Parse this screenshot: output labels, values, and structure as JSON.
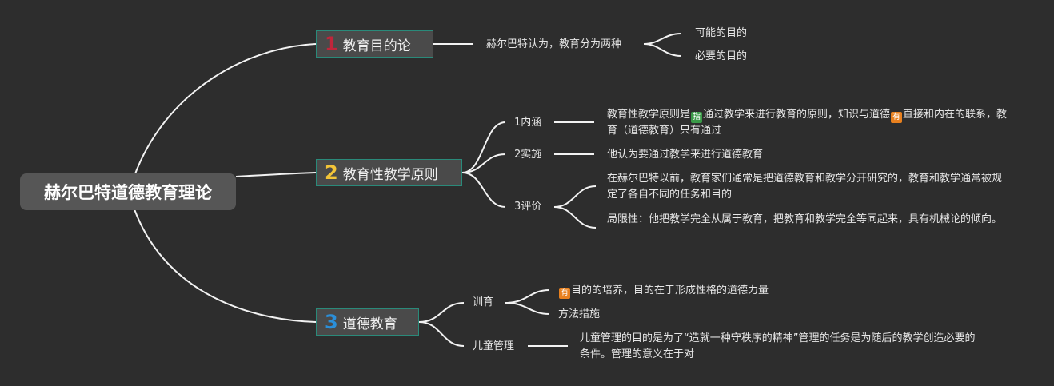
{
  "root": "赫尔巴特道德教育理论",
  "branches": [
    {
      "num": "1",
      "num_color": "#c0263b",
      "label": "教育目的论"
    },
    {
      "num": "2",
      "num_color": "#f2c438",
      "label": "教育性教学原则"
    },
    {
      "num": "3",
      "num_color": "#2b8fd9",
      "label": "道德教育"
    }
  ],
  "b1": {
    "child": "赫尔巴特认为，教育分为两种",
    "leaves": [
      "可能的目的",
      "必要的目的"
    ]
  },
  "b2": {
    "children": [
      "1内涵",
      "2实施",
      "3评价"
    ],
    "neihan": {
      "part1": "教育性教学原则是",
      "badge1": "指",
      "part2": "通过教学来进行教育的原则，知识与道德",
      "badge2": "有",
      "part3": "直接和内在的联系，教育（道德教育）只有通过"
    },
    "shishi": "他认为要通过教学来进行道德教育",
    "pingjia": [
      "在赫尔巴特以前，教育家们通常是把道德教育和教学分开研究的，教育和教学通常被规定了各自不同的任务和目的",
      "局限性：他把教学完全从属于教育，把教育和教学完全等同起来，具有机械论的倾向。"
    ]
  },
  "b3": {
    "children": [
      "训育",
      "儿童管理"
    ],
    "xunyu": {
      "badge": "有",
      "line1": "目的的培养，目的在于形成性格的道德力量",
      "line2": "方法措施"
    },
    "guanli": "儿童管理的目的是为了“造就一种守秩序的精神”管理的任务是为随后的教学创造必要的条件。管理的意义在于对"
  },
  "colors": {
    "background": "#2d2d2d",
    "root_fill": "#565656",
    "branch_fill": "#4a4a4a",
    "branch_border": "#2a8a7a",
    "badge_green": "#3a9a48",
    "badge_orange": "#e8801e"
  }
}
